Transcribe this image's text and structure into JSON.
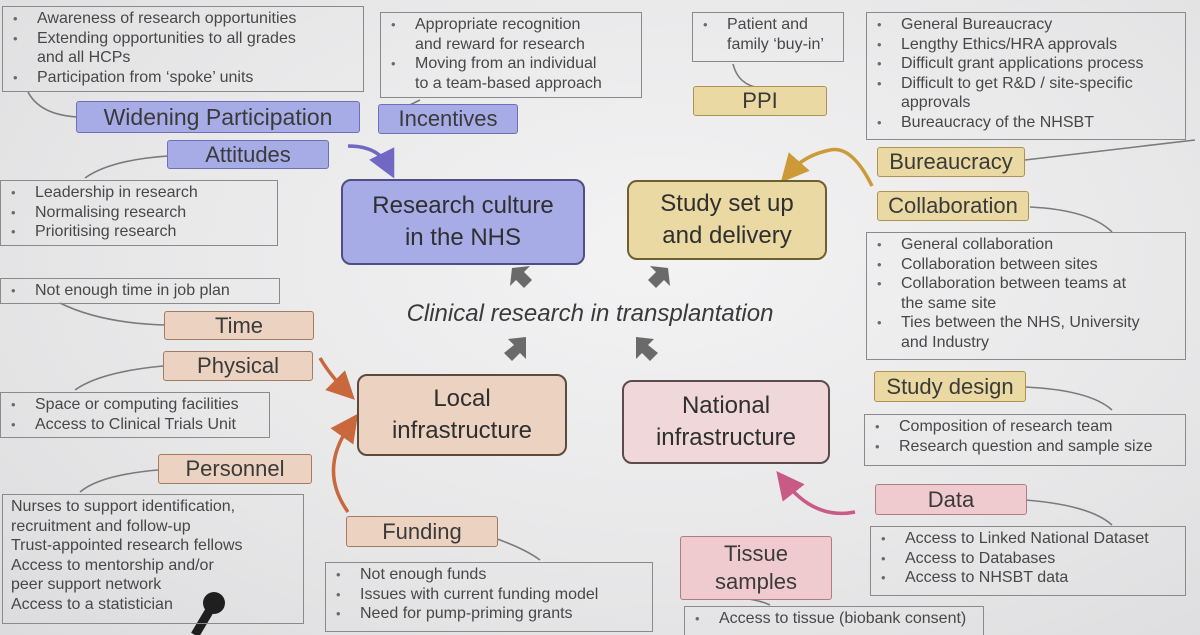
{
  "center_title": "Clinical research in transplantation",
  "main_nodes": {
    "research_culture": [
      "Research culture",
      "in the NHS"
    ],
    "study_setup": [
      "Study set up",
      "and delivery"
    ],
    "local_infra": [
      "Local",
      "infrastructure"
    ],
    "national_infra": [
      "National",
      "infrastructure"
    ]
  },
  "tags": {
    "widening_participation": "Widening Participation",
    "incentives": "Incentives",
    "ppi": "PPI",
    "attitudes": "Attitudes",
    "bureaucracy": "Bureaucracy",
    "collaboration": "Collaboration",
    "time": "Time",
    "physical": "Physical",
    "study_design": "Study design",
    "personnel": "Personnel",
    "data": "Data",
    "funding": "Funding",
    "tissue_samples": [
      "Tissue",
      "samples"
    ]
  },
  "lists": {
    "widening_participation": [
      "Awareness of research opportunities",
      "Extending opportunities to all grades",
      "and all HCPs",
      "Participation from ‘spoke’ units"
    ],
    "incentives": [
      "Appropriate recognition",
      "and reward for research",
      "Moving from an individual",
      "to a team-based approach"
    ],
    "ppi": [
      "Patient and",
      "family ‘buy-in’"
    ],
    "bureaucracy": [
      "General Bureaucracy",
      "Lengthy Ethics/HRA approvals",
      "Difficult grant applications process",
      "Difficult to get R&D / site-specific",
      "approvals",
      "Bureaucracy of the NHSBT"
    ],
    "attitudes": [
      "Leadership in research",
      "Normalising research",
      "Prioritising research"
    ],
    "collaboration": [
      "General collaboration",
      "Collaboration between sites",
      "Collaboration between teams at",
      "the same site",
      "Ties between the NHS, University",
      "and Industry"
    ],
    "time": [
      "Not enough time in job plan"
    ],
    "physical": [
      "Space or computing facilities",
      "Access to Clinical Trials Unit"
    ],
    "study_design": [
      "Composition of research team",
      "Research question and sample size"
    ],
    "personnel": [
      "Nurses to support identification,",
      "recruitment and follow-up",
      "Trust-appointed research fellows",
      "Access to mentorship and/or",
      "peer support network",
      "Access to a statistician"
    ],
    "data": [
      "Access to Linked National Dataset",
      "Access to Databases",
      "Access to NHSBT data"
    ],
    "funding": [
      "Not enough funds",
      "Issues with current funding model",
      "Need for pump-priming grants"
    ],
    "tissue_samples": [
      "Access to tissue (biobank consent)"
    ]
  },
  "colors": {
    "blue": "#a8ace6",
    "yellow": "#ead9a2",
    "tan": "#ecd2c0",
    "pink": "#efcbcf",
    "arrow_blue": "#7068c2",
    "arrow_yellow": "#cc9a36",
    "arrow_orange": "#c9683d",
    "arrow_pink": "#c85a85"
  }
}
